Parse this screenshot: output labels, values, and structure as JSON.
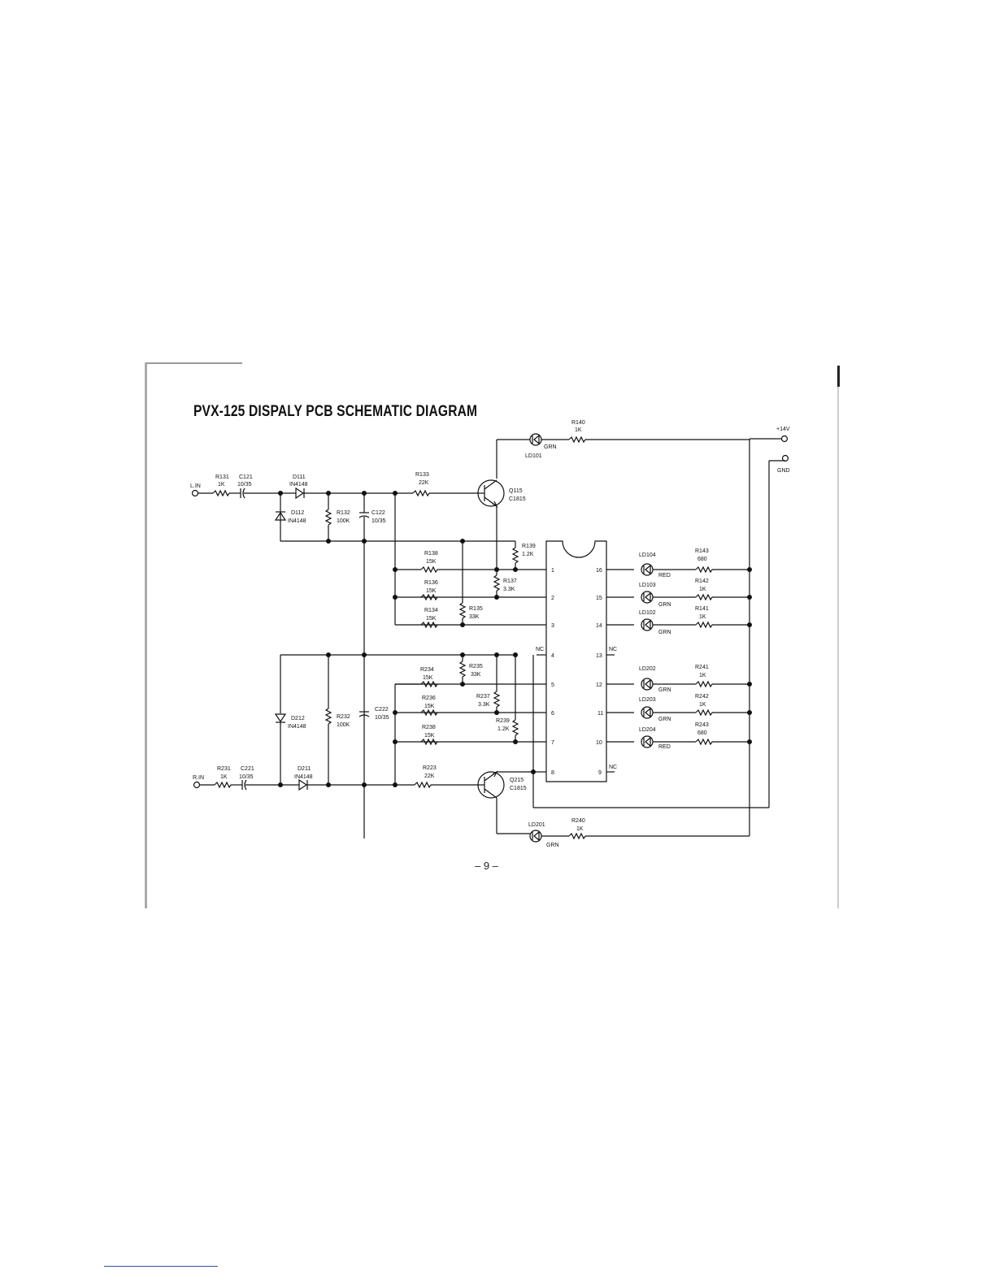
{
  "title": "PVX-125 DISPALY PCB SCHEMATIC DIAGRAM",
  "page_number": "– 9 –",
  "terminals": {
    "lin": "L.IN",
    "rin": "R.IN",
    "v14": "+14V",
    "gnd": "GND",
    "nc": "NC"
  },
  "components": {
    "R131": [
      "R131",
      "1K"
    ],
    "C121": [
      "C121",
      "10/35"
    ],
    "D111": [
      "D111",
      "IN4148"
    ],
    "D112": [
      "D112",
      "IN4148"
    ],
    "R132": [
      "R132",
      "100K"
    ],
    "C122": [
      "C122",
      "10/35"
    ],
    "R133": [
      "R133",
      "22K"
    ],
    "Q115": [
      "Q115",
      "C1815"
    ],
    "R140": [
      "R140",
      "1K"
    ],
    "LD101": [
      "LD101",
      "GRN"
    ],
    "R139": [
      "R139",
      "1.2K"
    ],
    "R138": [
      "R138",
      "15K"
    ],
    "R137": [
      "R137",
      "3.3K"
    ],
    "R136": [
      "R136",
      "15K"
    ],
    "R135": [
      "R135",
      "33K"
    ],
    "R134": [
      "R134",
      "15K"
    ],
    "LD104": [
      "LD104",
      "RED"
    ],
    "R143": [
      "R143",
      "680"
    ],
    "LD103": [
      "LD103",
      "GRN"
    ],
    "R142": [
      "R142",
      "1K"
    ],
    "LD102": [
      "LD102",
      "GRN"
    ],
    "R141": [
      "R141",
      "1K"
    ],
    "R234": [
      "R234",
      "15K"
    ],
    "R235": [
      "R235",
      "33K"
    ],
    "R236": [
      "R236",
      "15K"
    ],
    "R237": [
      "R237",
      "3.3K"
    ],
    "R238": [
      "R238",
      "15K"
    ],
    "R239": [
      "R239",
      "1.2K"
    ],
    "D212": [
      "D212",
      "IN4148"
    ],
    "R232": [
      "R232",
      "100K"
    ],
    "C222": [
      "C222",
      "10/35"
    ],
    "R231": [
      "R231",
      "1K"
    ],
    "C221": [
      "C221",
      "10/35"
    ],
    "D211": [
      "D211",
      "IN4148"
    ],
    "R223": [
      "R223",
      "22K"
    ],
    "Q215": [
      "Q215",
      "C1815"
    ],
    "LD202": [
      "LD202",
      "GRN"
    ],
    "R241": [
      "R241",
      "1K"
    ],
    "LD203": [
      "LD203",
      "GRN"
    ],
    "R242": [
      "R242",
      "1K"
    ],
    "LD204": [
      "LD204",
      "RED"
    ],
    "R243": [
      "R243",
      "680"
    ],
    "LD201": [
      "LD201",
      "GRN"
    ],
    "R240": [
      "R240",
      "1K"
    ]
  },
  "ic_pins": [
    "1",
    "2",
    "3",
    "4",
    "5",
    "6",
    "7",
    "8",
    "9",
    "10",
    "11",
    "12",
    "13",
    "14",
    "15",
    "16"
  ]
}
